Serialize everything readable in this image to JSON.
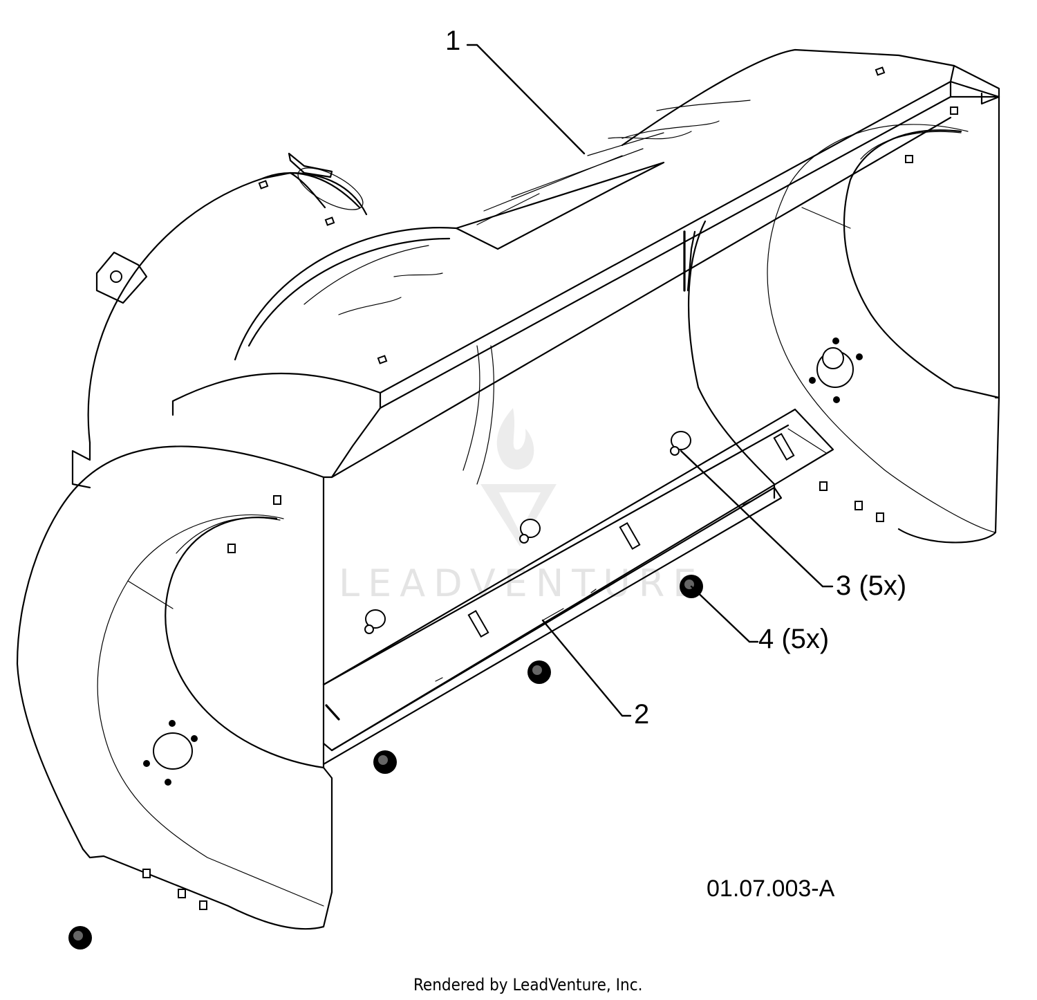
{
  "diagram": {
    "callouts": [
      {
        "id": "1",
        "label": "1"
      },
      {
        "id": "2",
        "label": "2"
      },
      {
        "id": "3",
        "label": "3 (5x)"
      },
      {
        "id": "4",
        "label": "4 (5x)"
      }
    ],
    "drawing_code": "01.07.003-A",
    "watermark": "LEADVENTURE",
    "footer_credit": "Rendered by LeadVenture, Inc."
  }
}
